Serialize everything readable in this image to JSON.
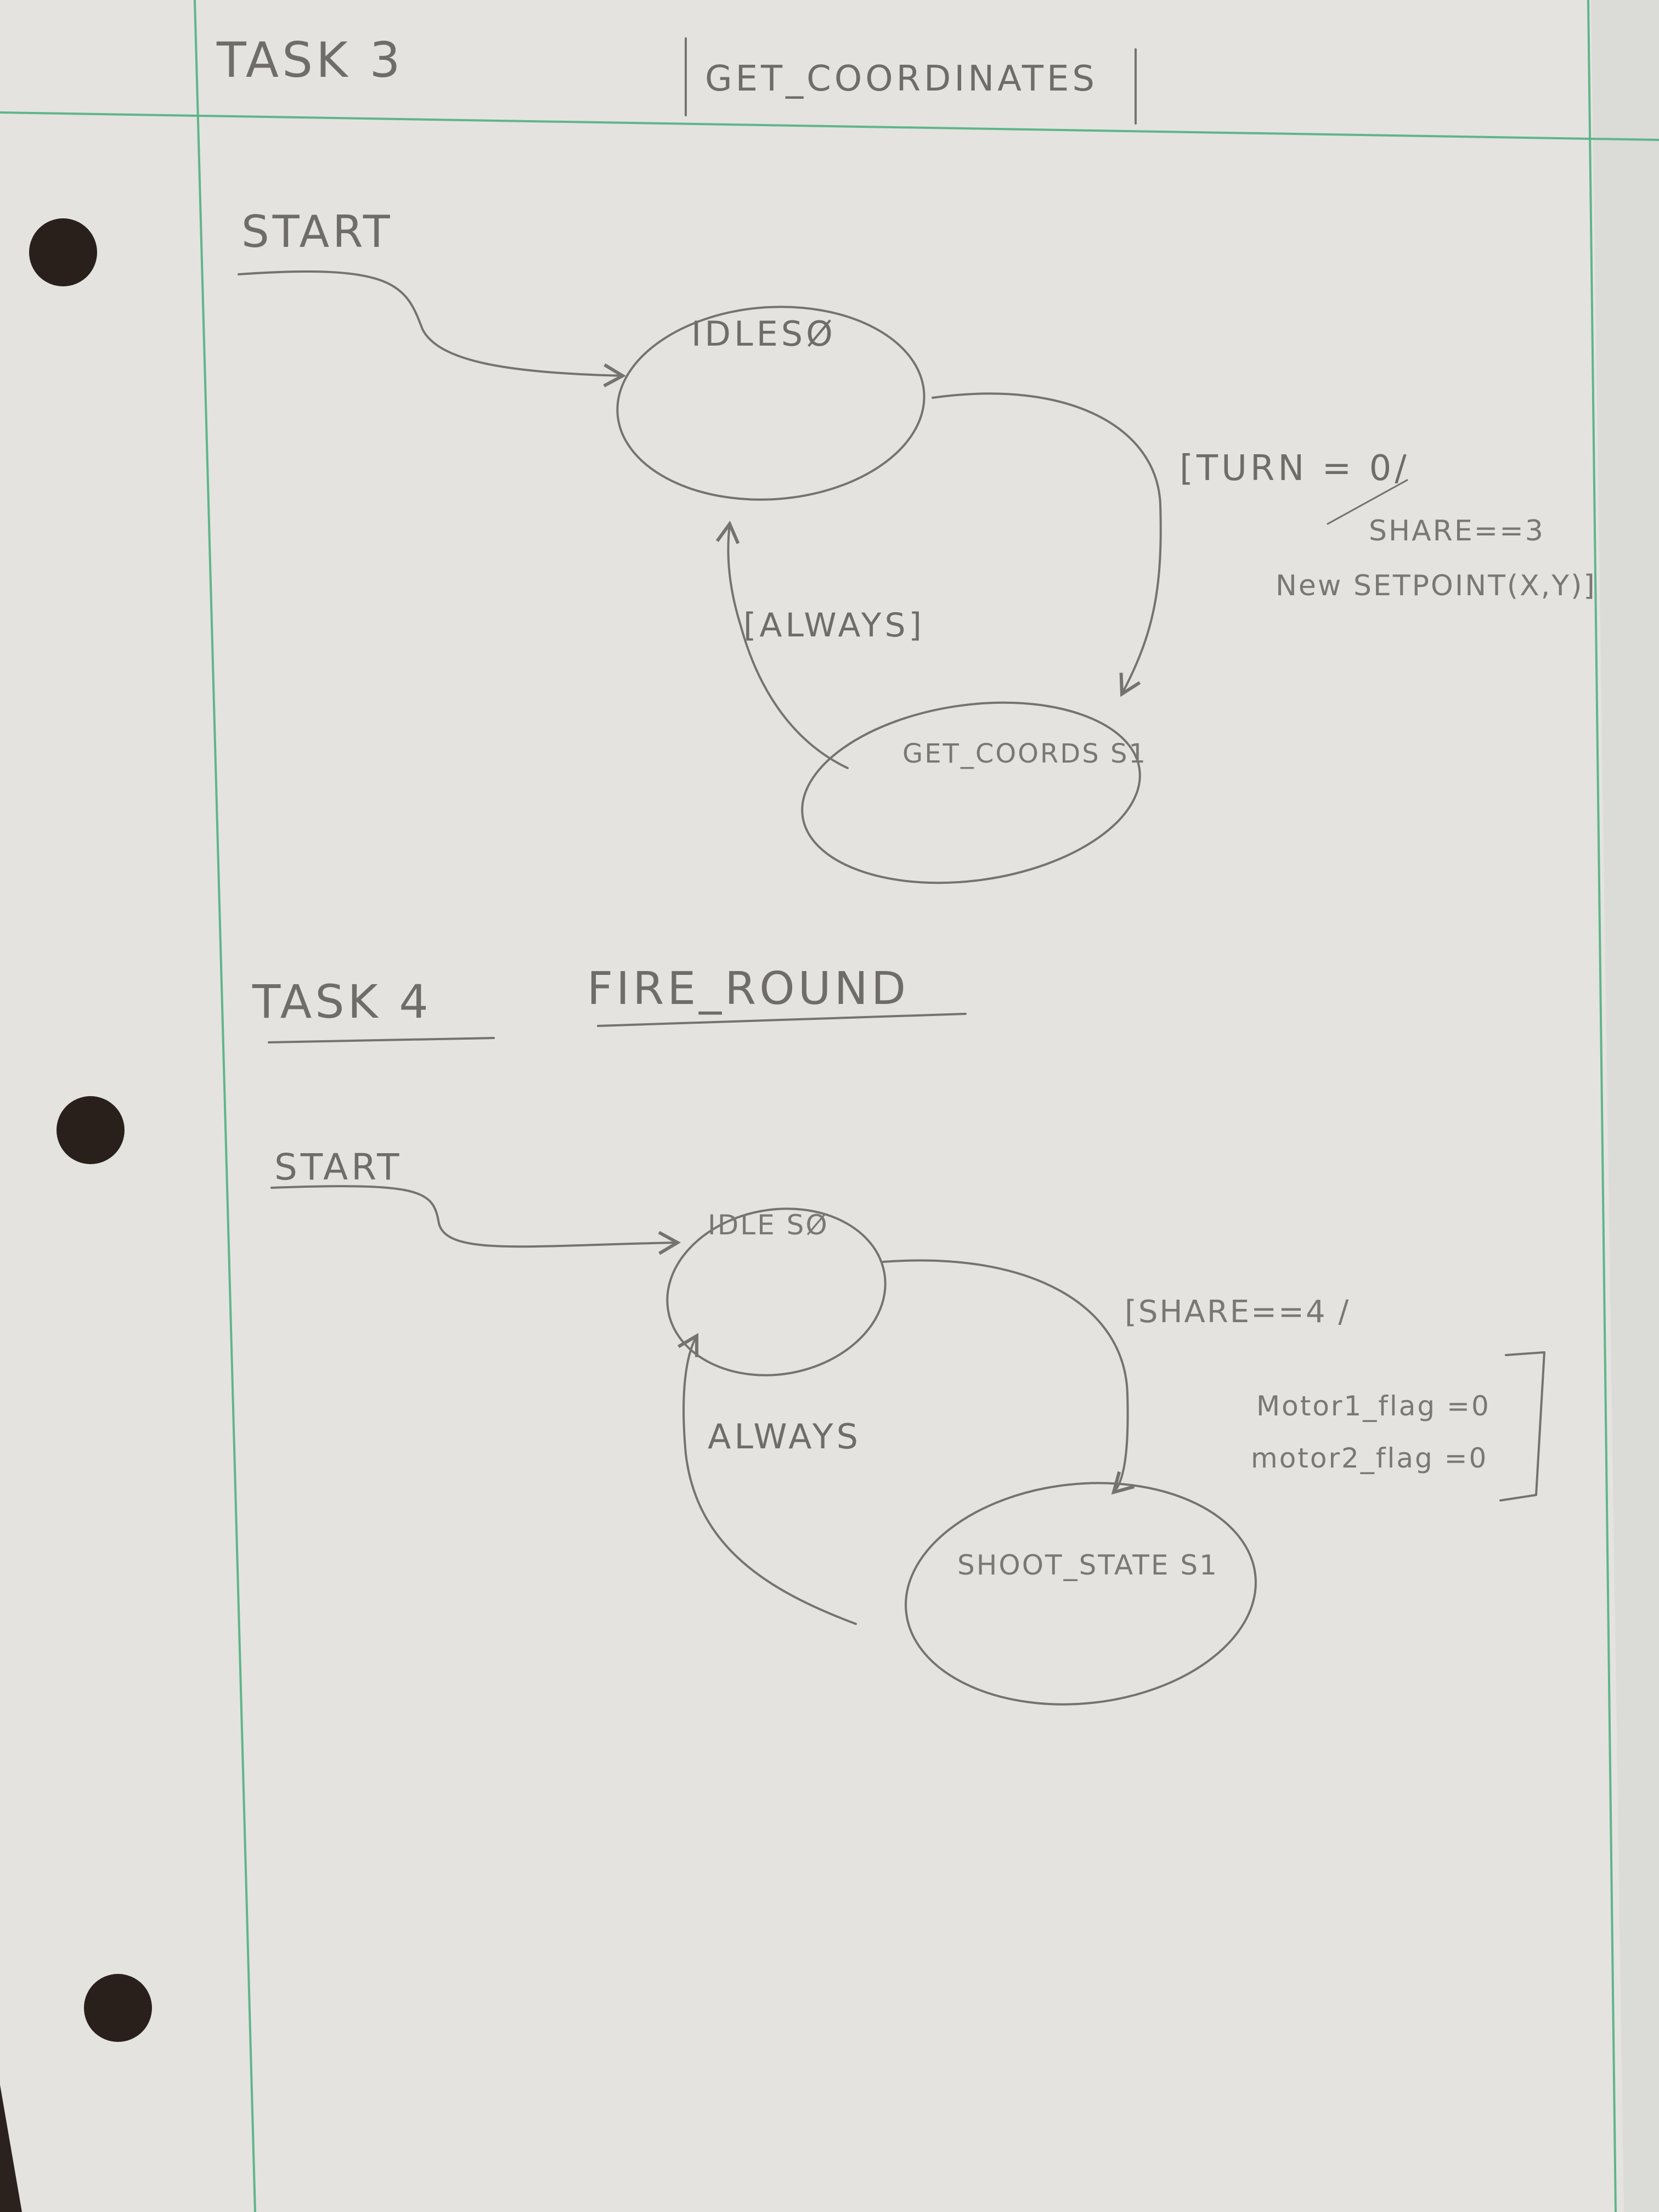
{
  "header": {
    "task_label": "TASK 3",
    "task_name": "GET_COORDINATES"
  },
  "task3": {
    "start_label": "START",
    "state0_label": "IDLESØ",
    "state1_label": "GET_COORDS S1",
    "transition_forward": {
      "line1": "[TURN = 0/",
      "line2": "SHARE==3",
      "line3": "New SETPOINT(X,Y)]"
    },
    "transition_back": "[ALWAYS]"
  },
  "task4": {
    "task_label": "TASK 4",
    "task_name": "FIRE_ROUND",
    "start_label": "START",
    "state0_label": "IDLE SØ",
    "state1_label": "SHOOT_STATE S1",
    "transition_forward": {
      "line1": "[SHARE==4 /",
      "line2": "Motor1_flag =0",
      "line3": "motor2_flag =0"
    },
    "transition_back": "ALWAYS"
  },
  "colors": {
    "paper": "#e4e3e0",
    "margin_line": "#5fb58a",
    "pencil": "#757270",
    "background": "#2b221d",
    "punch_hole": "#2a201b"
  }
}
